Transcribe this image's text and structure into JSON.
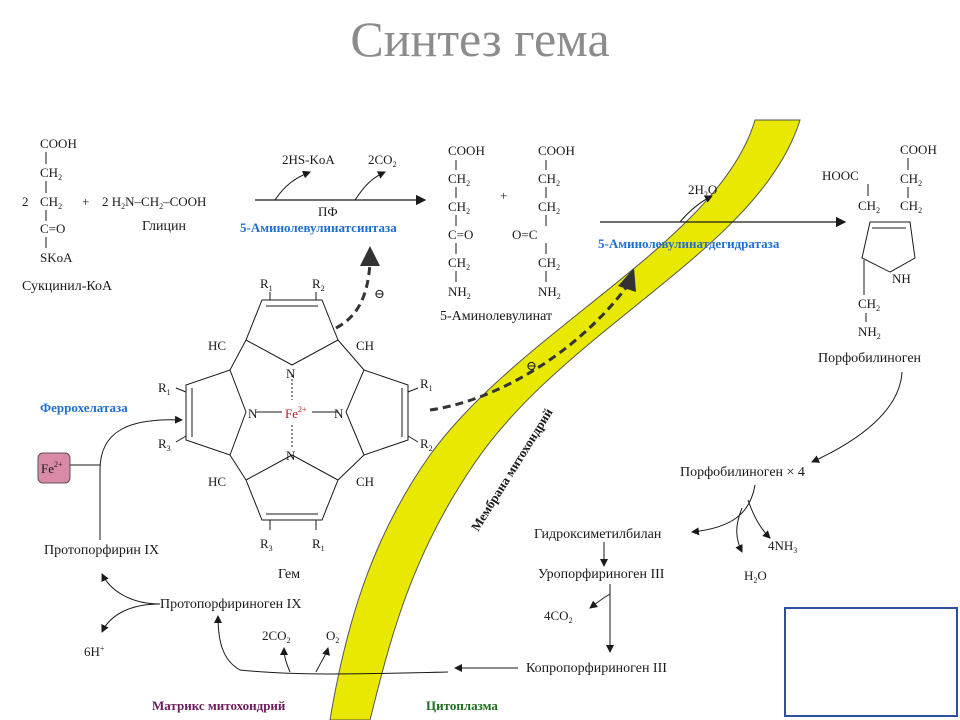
{
  "title": "Синтез гема",
  "enzymes": {
    "alas": "5-Аминолевулинатсинтаза",
    "alad": "5-Аминолевулинатдегидратаза",
    "ferrochelatase": "Феррохелатаза"
  },
  "compounds": {
    "succinyl_coa": "Сукцинил-КоА",
    "glycine": "Глицин",
    "ala": "5-Аминолевулинат",
    "pbg": "Порфобилиноген",
    "pbg4": "Порфобилиноген × 4",
    "hmb": "Гидроксиметилбилан",
    "uro3": "Уропорфириноген III",
    "copro3": "Копропорфириноген III",
    "protogen9": "Протопорфириноген IX",
    "proto9": "Протопорфирин IX",
    "heme": "Гем"
  },
  "cofactors": {
    "hs_coa": "2HS-KoA",
    "co2_2": "2CO",
    "pf": "ПФ",
    "h2o_2": "2H",
    "nh3_4": "4NH",
    "h2o": "H",
    "co2_4": "4CO",
    "o2": "O",
    "h6": "6H",
    "fe": "Fe"
  },
  "regions": {
    "membrane": "Мембрана митохондрий",
    "matrix": "Матрикс митохондрий",
    "cytoplasm": "Цитоплазма"
  },
  "inhibition_symbol": "⊖",
  "colors": {
    "membrane_fill": "#e8e800",
    "enzyme_text": "#1f6fcf",
    "matrix_text": "#6b1a5a",
    "cytoplasm_text": "#1a6b1a",
    "fe_box": "#d98aa8",
    "inhibition_arrow": "#333333",
    "legend_box_border": "#2f4f9f"
  }
}
